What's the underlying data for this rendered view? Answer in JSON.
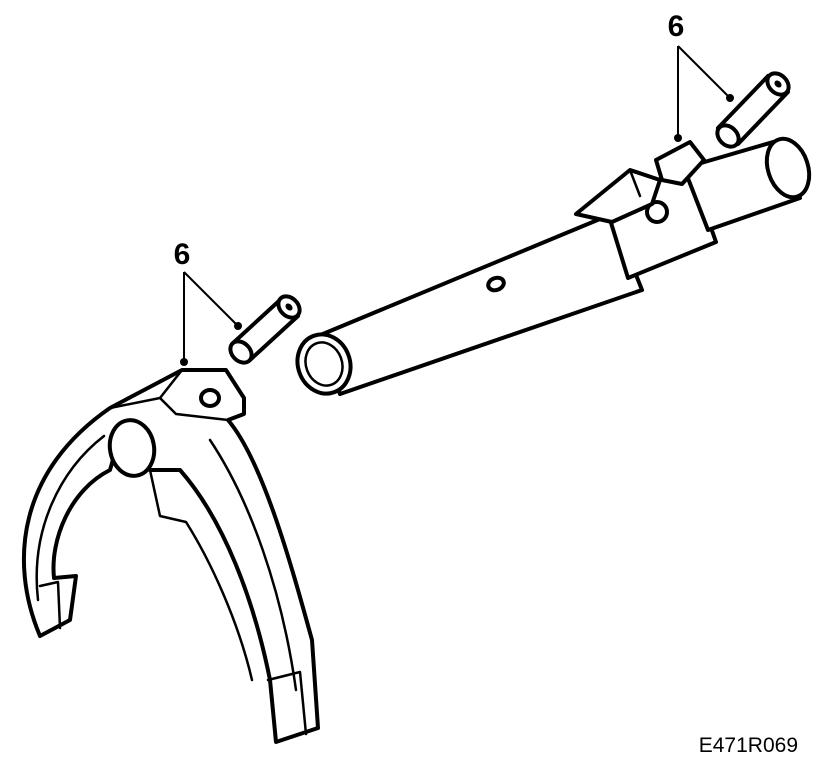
{
  "callouts": [
    {
      "label": "6"
    },
    {
      "label": "6"
    }
  ],
  "figure_code": "E471R069",
  "colors": {
    "line": "#000000",
    "background": "#ffffff"
  }
}
